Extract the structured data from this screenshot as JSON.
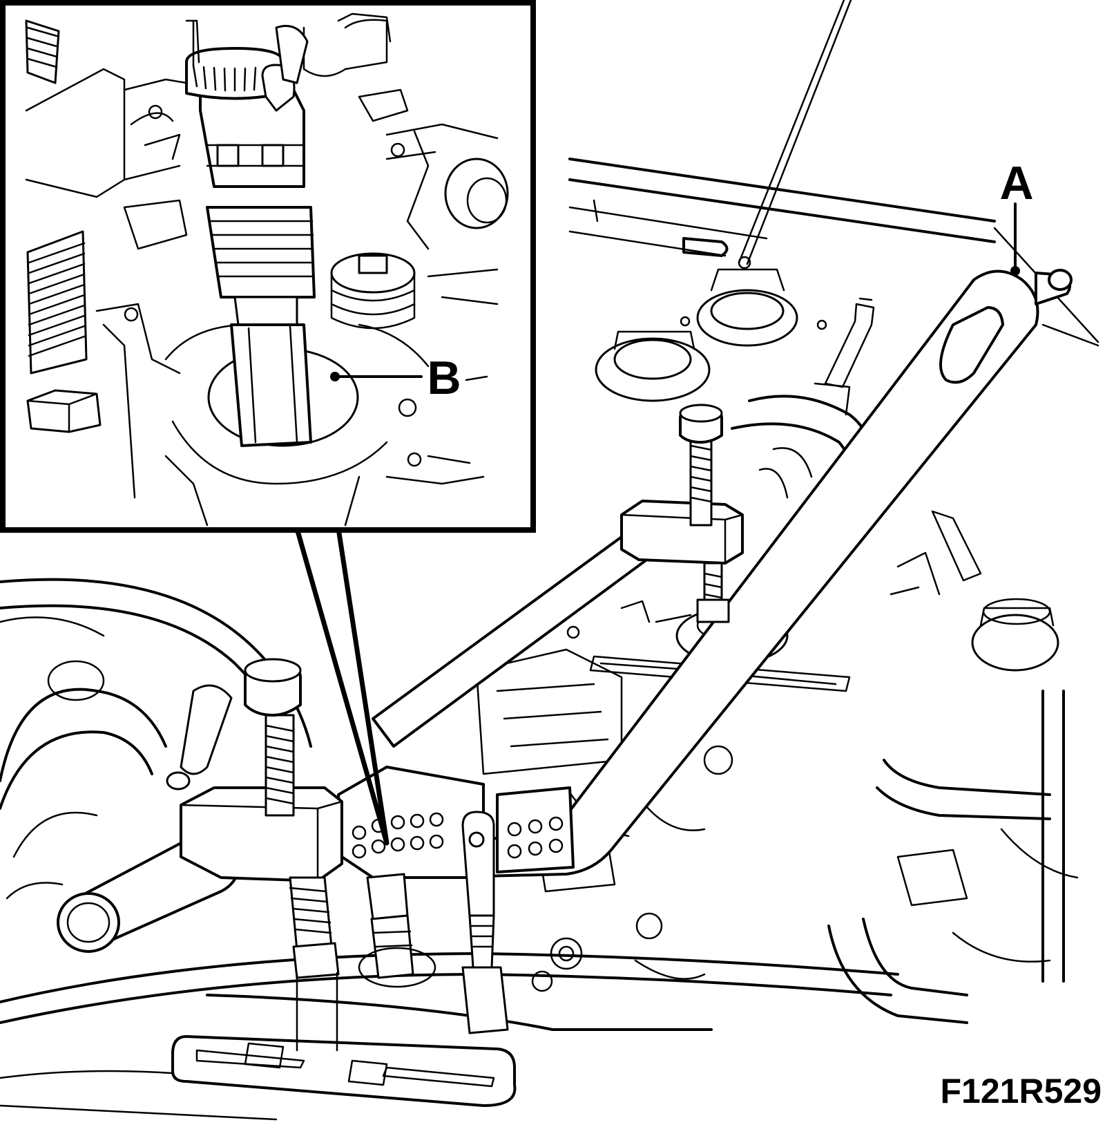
{
  "labels": {
    "a": "A",
    "b": "B",
    "figure_id": "F121R529"
  },
  "colors": {
    "line": "#000000",
    "background": "#ffffff"
  }
}
